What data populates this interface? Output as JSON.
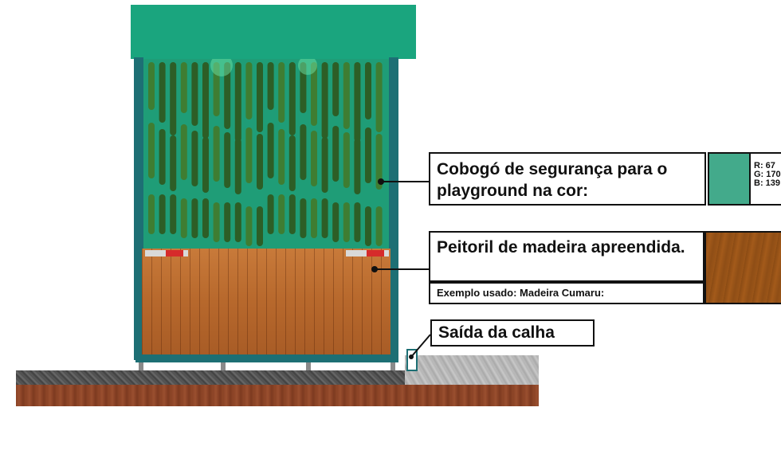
{
  "labels": {
    "cobogo": "Cobogó de segurança para o playground na cor:",
    "peitoril": "Peitoril de madeira apreendida.",
    "exemplo": "Exemplo usado: Madeira Cumaru:",
    "saida": "Saída da calha"
  },
  "color_codes": {
    "r": "R: 67",
    "g": "G: 170",
    "b": "B: 139"
  },
  "colors": {
    "cobogo_green": "#43aa8b",
    "structure_teal": "#1d6f74",
    "roof_green": "#1aa57e",
    "wood": "#b7682c",
    "wood_sample": "#9b5518"
  }
}
